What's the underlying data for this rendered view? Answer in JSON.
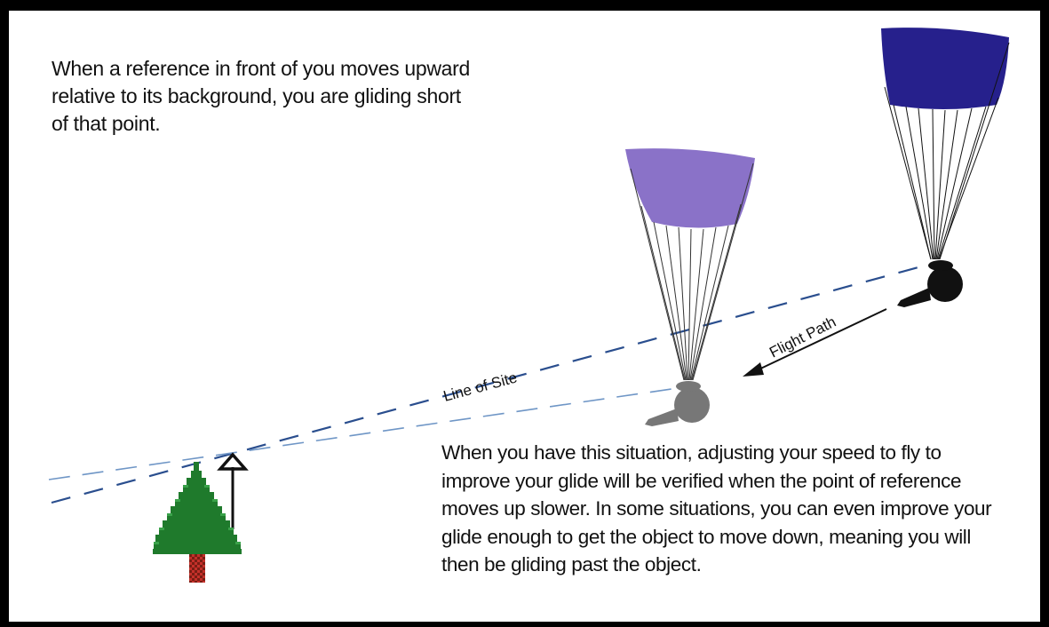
{
  "intro_text": "When a reference in front of you moves upward\nrelative to its background, you are gliding short\nof that point.",
  "labels": {
    "line_of_site": "Line of Site",
    "flight_path": "Flight Path"
  },
  "situation_text": "When  you have this situation, adjusting your speed to fly to\nimprove your glide will be verified when the point of reference\nmoves up slower.  In some situations, you can even improve your\nglide enough to get the object to move down, meaning you will\nthen be gliding past the object.",
  "colors": {
    "front_canopy": "#8a72c8",
    "rear_canopy": "#26208c",
    "line_of_site": "#2a4e8e",
    "dashed_light": "#6f96c6",
    "tree_green": "#1f7a2c",
    "trunk_red": "#7a1e14",
    "pilot_front": "#777777",
    "pilot_rear": "#111111"
  },
  "icons": [
    "paraglider-icon",
    "pine-tree-icon",
    "up-arrow-icon",
    "flight-path-arrow-icon"
  ]
}
